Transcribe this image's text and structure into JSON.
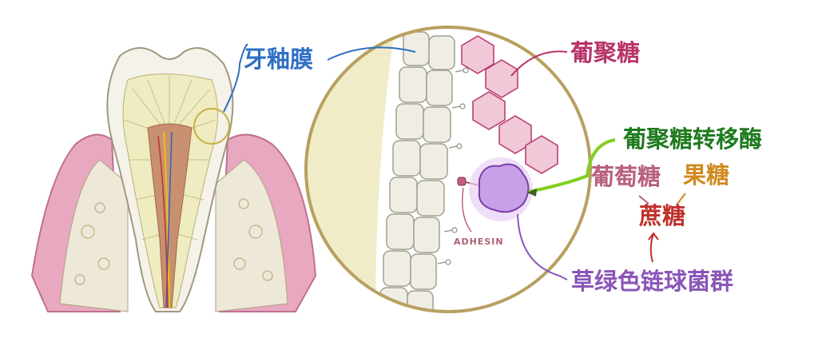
{
  "labels": {
    "pellicle": "牙釉膜",
    "glucan": "葡聚糖",
    "gtf": "葡聚糖转移酶",
    "glucose": "葡萄糖",
    "fructose": "果糖",
    "sucrose": "蔗糖",
    "strep": "草绿色链球菌群",
    "adhesin": "ADHESIN"
  },
  "colors": {
    "pellicle": "#2f6fc4",
    "glucan": "#b8346a",
    "gtf": "#1e7a1e",
    "glucose": "#b86080",
    "fructose": "#d08a20",
    "sucrose": "#c0302a",
    "strep": "#8a55b8",
    "circle": "#b8a060"
  }
}
